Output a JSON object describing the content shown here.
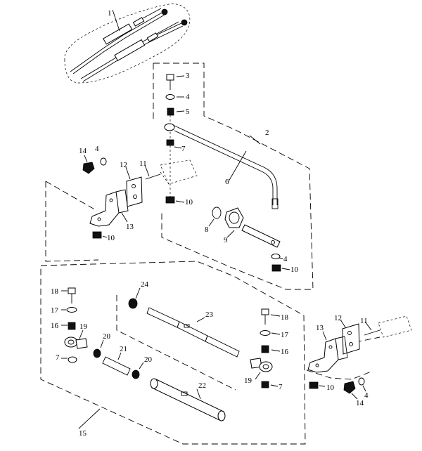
{
  "diagram": {
    "callouts": [
      {
        "id": "c1",
        "label": "1"
      },
      {
        "id": "c2",
        "label": "2"
      },
      {
        "id": "c3",
        "label": "3"
      },
      {
        "id": "c4a",
        "label": "4"
      },
      {
        "id": "c5",
        "label": "5"
      },
      {
        "id": "c7a",
        "label": "7"
      },
      {
        "id": "c6",
        "label": "6"
      },
      {
        "id": "c14a",
        "label": "14"
      },
      {
        "id": "c4b",
        "label": "4"
      },
      {
        "id": "c12a",
        "label": "12"
      },
      {
        "id": "c11a",
        "label": "11"
      },
      {
        "id": "c10a",
        "label": "10"
      },
      {
        "id": "c13a",
        "label": "13"
      },
      {
        "id": "c10b",
        "label": "10"
      },
      {
        "id": "c8",
        "label": "8"
      },
      {
        "id": "c9",
        "label": "9"
      },
      {
        "id": "c4c",
        "label": "4"
      },
      {
        "id": "c10c",
        "label": "10"
      },
      {
        "id": "c24",
        "label": "24"
      },
      {
        "id": "c18a",
        "label": "18"
      },
      {
        "id": "c17a",
        "label": "17"
      },
      {
        "id": "c16a",
        "label": "16"
      },
      {
        "id": "c19a",
        "label": "19"
      },
      {
        "id": "c20a",
        "label": "20"
      },
      {
        "id": "c7b",
        "label": "7"
      },
      {
        "id": "c21",
        "label": "21"
      },
      {
        "id": "c20b",
        "label": "20"
      },
      {
        "id": "c23",
        "label": "23"
      },
      {
        "id": "c18b",
        "label": "18"
      },
      {
        "id": "c17b",
        "label": "17"
      },
      {
        "id": "c16b",
        "label": "16"
      },
      {
        "id": "c19b",
        "label": "19"
      },
      {
        "id": "c7c",
        "label": "7"
      },
      {
        "id": "c22",
        "label": "22"
      },
      {
        "id": "c15",
        "label": "15"
      },
      {
        "id": "c12b",
        "label": "12"
      },
      {
        "id": "c11b",
        "label": "11"
      },
      {
        "id": "c13b",
        "label": "13"
      },
      {
        "id": "c10d",
        "label": "10"
      },
      {
        "id": "c14b",
        "label": "14"
      },
      {
        "id": "c4d",
        "label": "4"
      }
    ]
  }
}
